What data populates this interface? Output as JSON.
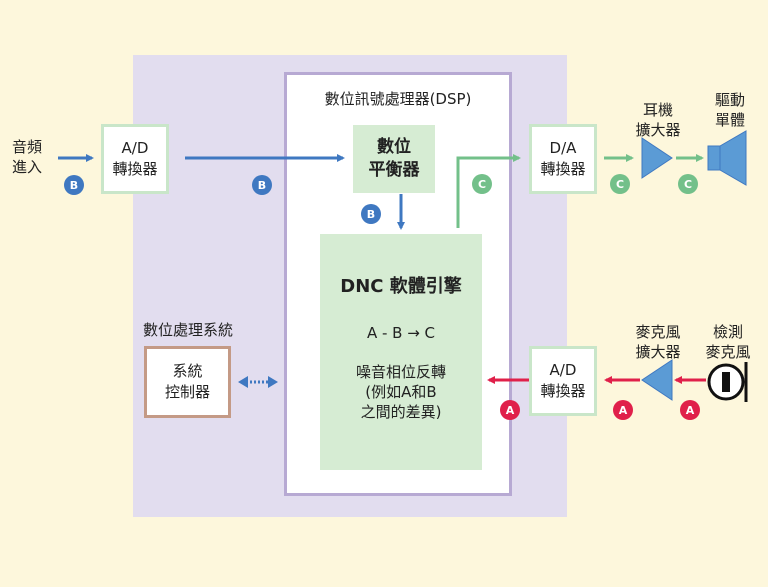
{
  "dsp": {
    "title": "數位訊號處理器(DSP)"
  },
  "audio_input": {
    "line1": "音頻",
    "line2": "進入"
  },
  "ad_converter_in": {
    "line1": "A/D",
    "line2": "轉換器"
  },
  "equalizer": {
    "line1": "數位",
    "line2": "平衡器"
  },
  "dnc_engine": {
    "title": "DNC 軟體引擎",
    "equation": "A - B → C",
    "desc_line1": "噪音相位反轉",
    "desc_line2": "(例如A和B",
    "desc_line3": "之間的差異)"
  },
  "da_converter": {
    "line1": "D/A",
    "line2": "轉換器"
  },
  "headphone_amp": {
    "line1": "耳機",
    "line2": "擴大器"
  },
  "driver_unit": {
    "line1": "驅動",
    "line2": "單體"
  },
  "mic_amp": {
    "line1": "麥克風",
    "line2": "擴大器"
  },
  "detect_mic": {
    "line1": "檢測",
    "line2": "麥克風"
  },
  "ad_converter_mic": {
    "line1": "A/D",
    "line2": "轉換器"
  },
  "system_processing": {
    "label": "數位處理系統"
  },
  "system_controller": {
    "line1": "系統",
    "line2": "控制器"
  },
  "badges": {
    "a": "A",
    "b": "B",
    "c": "C"
  },
  "colors": {
    "blue": "#3f78c1",
    "green": "#73c08a",
    "red": "#e0204a",
    "lavender_bg": "#e2ddef",
    "green_fill": "#d6ecd3",
    "page_bg": "#fdf7dc"
  }
}
